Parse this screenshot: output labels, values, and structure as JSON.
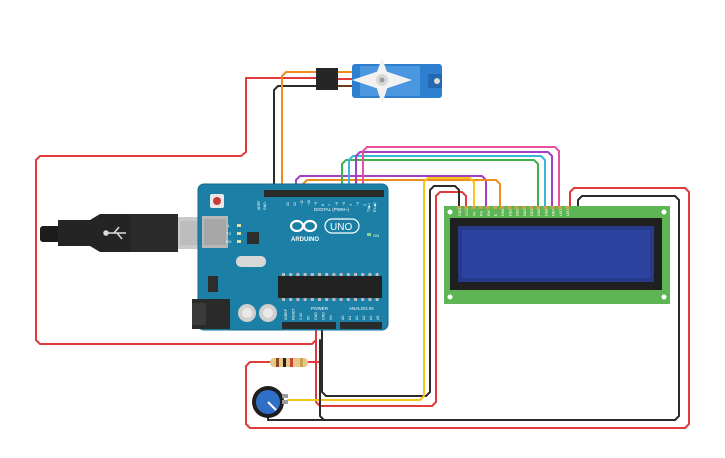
{
  "arduino": {
    "brand": "ARDUINO",
    "model": "UNO",
    "digital_header_label": "DIGITAL (PWM~)",
    "analog_header_label": "ANALOG IN",
    "power_header_label": "POWER",
    "tx_label": "TX",
    "rx_label": "RX",
    "l_label": "L",
    "on_label": "ON",
    "aref_label": "AREF",
    "gnd_label": "GND",
    "tx1_label": "TX▶1",
    "rx0_label": "RX◀0",
    "digital_pins": [
      "13",
      "12",
      "~11",
      "~10",
      "~9",
      "8",
      "7",
      "~6",
      "~5",
      "4",
      "~3",
      "2"
    ],
    "power_pins": [
      "IOREF",
      "RESET",
      "3.3V",
      "5V",
      "GND",
      "GND",
      "Vin"
    ],
    "analog_pins": [
      "A0",
      "A1",
      "A2",
      "A3",
      "A4",
      "A5"
    ]
  },
  "lcd": {
    "pins": [
      "GND",
      "VCC",
      "V0",
      "RS",
      "RW",
      "E",
      "DB0",
      "DB1",
      "DB2",
      "DB3",
      "DB4",
      "DB5",
      "DB6",
      "DB7",
      "LED",
      "LED"
    ]
  },
  "colors": {
    "red": "#e03a3a",
    "black": "#2b2b2b",
    "orange": "#f08c1c",
    "yellow": "#f5c518",
    "green": "#3fb24a",
    "cyan": "#38b7d8",
    "purple": "#a23fc4",
    "pink": "#e94fa0",
    "board": "#1b7fa6",
    "lcd_pcb": "#5db653",
    "lcd_screen": "#273a8a",
    "servo": "#2f7fd1"
  }
}
